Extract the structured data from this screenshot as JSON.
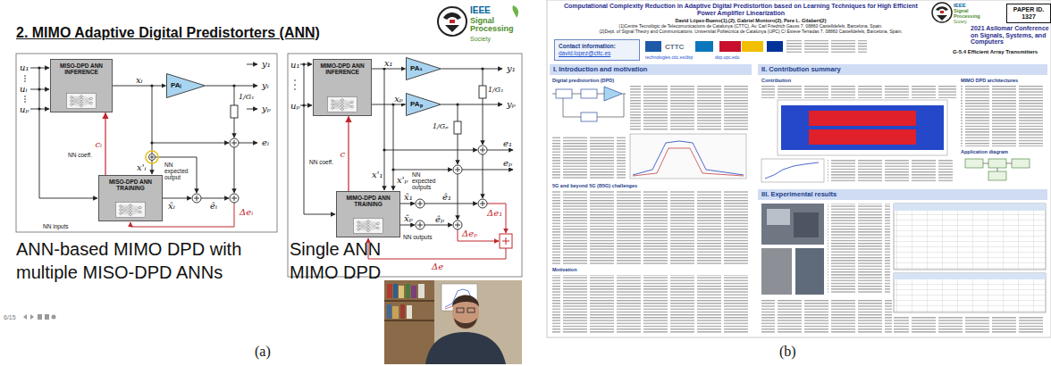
{
  "diagram": {
    "nodes": [
      {
        "text": [
          "2. MIMO Adaptive Digital Predistorters (ANN)"
        ]
      },
      {
        "text": [
          "MISO-DPD ANN INFERENCE"
        ],
        "in": 0
      },
      {
        "text": [
          "PAᵢ"
        ],
        "in": 0
      },
      {
        "text": [
          "MISO-DPD ANN TRAINING"
        ],
        "in": 0
      },
      {
        "text": [
          "MIMO-DPD ANN INFERENCE"
        ],
        "in": 0
      },
      {
        "text": [
          "PA₁"
        ],
        "in": 0
      },
      {
        "text": [
          "PAₚ"
        ],
        "in": 0
      },
      {
        "text": [
          "MIMO-DPD ANN TRAINING"
        ],
        "in": 0
      },
      {
        "text": [
          "Computational Complexity Reduction in Adaptive Digital Predistortion based on Learning Techniques for High Efficient Power Amplifier Linearization",
          "David López-Bueno(1),(2), Gabriel Montoro(2), Pere L. Gilabert(2)",
          "(1)Centre Tecnològic de Telecomunicacions de Catalunya (CTTC), Av. Carl Friedrich Gauss 7. 08860 Castelldefels, Barcelona, Spain.",
          "(2)Dept. of Signal Theory and Communications. Universitat Politècnica de Catalunya (UPC) C/ Esteve Terradas 7. 08860 Castelldefels, Barcelona, Spain."
        ]
      },
      {
        "text": [
          "PAPER ID. 1327"
        ],
        "in": 8
      },
      {
        "text": [
          "Contact information:",
          "david.lopez@cttc.es"
        ],
        "in": 8
      },
      {
        "text": [
          "I. Introduction and motivation"
        ],
        "in": 8
      },
      {
        "text": [
          "II. Contribution summary"
        ],
        "in": 8
      },
      {
        "text": [
          "III. Experimental results"
        ],
        "in": 8
      }
    ],
    "edges": [
      {
        "from": 1,
        "to": 2,
        "label": "xᵢ",
        "arrow": "to"
      },
      {
        "from": 3,
        "to": 1,
        "label": "cᵢ",
        "arrow": "to"
      },
      {
        "from": 4,
        "to": 5,
        "label": "x₁",
        "arrow": "to"
      },
      {
        "from": 4,
        "to": 6,
        "label": "xₚ",
        "arrow": "to"
      },
      {
        "from": 7,
        "to": 4,
        "label": "c",
        "arrow": "to"
      }
    ],
    "labels": [
      "u₁",
      "uᵢ",
      "uₚ",
      "y₁",
      "yᵢ",
      "yₚ",
      "1/G₁",
      "eᵢ",
      "x'ᵢ",
      "NN expected output",
      "NN coeff.",
      "x̂ᵢ",
      "êᵢ",
      "Δeᵢ",
      "NN inputs",
      "u₁",
      "uₚ",
      "y₁",
      "yₚ",
      "1/G₁",
      "1/Gₚ",
      "e₁",
      "eₚ",
      "x'₁",
      "x'ₚ",
      "NN expected outputs",
      "NN coeff.",
      "x̂₁",
      "x̂ₚ",
      "ê₁",
      "êₚ",
      "Δe₁",
      "Δeₚ",
      "Δe",
      "NN outputs",
      "ANN-based MIMO DPD with multiple MISO-DPD ANNs",
      "Single ANN MIMO DPD",
      "6/15",
      "IEEE",
      "Signal Processing",
      "Society",
      "IEEE",
      "Signal Processing",
      "Society",
      "2021 Asilomar Conference on Signals, Systems, and Computers",
      "G-5.4 Efficient Array Transmitters",
      "CTTC",
      "technologies.cttc.es/dsp",
      "dsp.upc.edu",
      "Digital predistortion (DPD)",
      "5G and beyond 5G (B5G) challenges",
      "Motivation",
      "Contribution",
      "MIMO DPD architectures",
      "Application diagram",
      "(a)",
      "(b)"
    ]
  }
}
